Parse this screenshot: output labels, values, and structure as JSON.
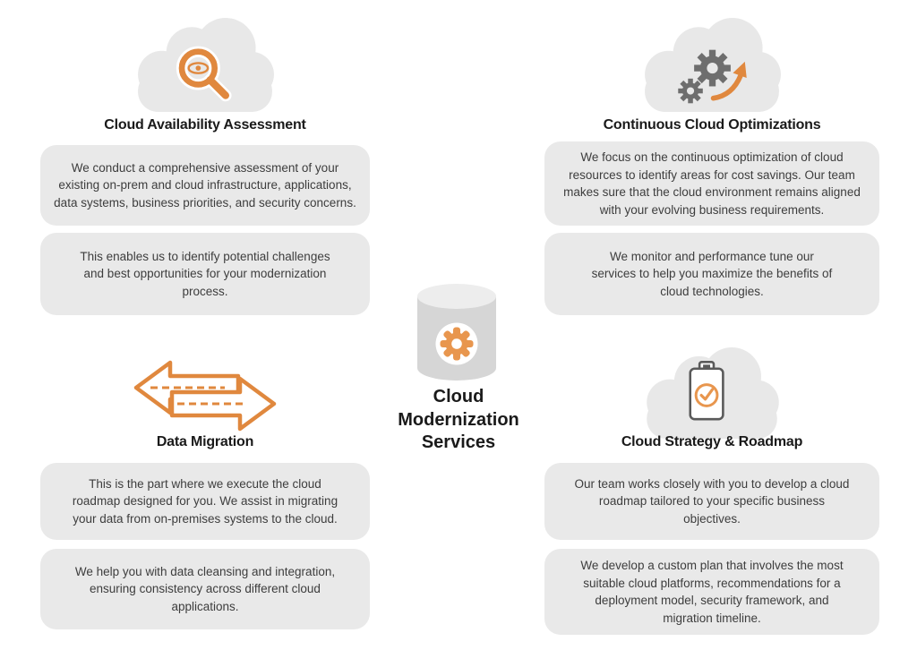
{
  "diagram_title": "Cloud Modernization Services",
  "center": {
    "label": "Cloud\nModernization\nServices",
    "icon": "database-gear-icon"
  },
  "quadrants": [
    {
      "id": "cloud-availability-assessment",
      "icon": "cloud-search-eye-icon",
      "title": "Cloud Availability Assessment",
      "cards": [
        "We conduct a comprehensive assessment of your\nexisting on-prem and cloud infrastructure, applications,\ndata systems, business priorities, and security concerns.",
        "This enables us to identify potential challenges\nand best opportunities for your modernization\nprocess."
      ]
    },
    {
      "id": "continuous-cloud-optimizations",
      "icon": "cloud-gears-growth-arrow-icon",
      "title": "Continuous Cloud Optimizations",
      "cards": [
        "We focus on the continuous optimization of cloud\nresources to identify areas for cost savings. Our team\nmakes sure that the cloud environment remains aligned\nwith your evolving business requirements.",
        "We monitor and performance tune our\nservices to help you maximize the benefits of\ncloud technologies."
      ]
    },
    {
      "id": "data-migration",
      "icon": "swap-arrows-icon",
      "title": "Data Migration",
      "cards": [
        "This is the part where we execute the cloud\nroadmap designed for you. We assist in migrating\nyour data from on-premises systems to the cloud.",
        "We help you with data cleansing and integration,\nensuring consistency across different cloud\napplications."
      ]
    },
    {
      "id": "cloud-strategy-roadmap",
      "icon": "cloud-clipboard-check-icon",
      "title": "Cloud Strategy & Roadmap",
      "cards": [
        "Our team works closely with you to develop a cloud\nroadmap tailored to your specific business\nobjectives.",
        "We develop a custom plan that involves the most\nsuitable cloud platforms, recommendations for a\ndeployment model, security framework, and\nmigration timeline."
      ]
    }
  ],
  "colors": {
    "accent": "#E0883E",
    "accentLight": "#E8964E",
    "cloudGray": "#E8E8E8",
    "bubbleGray": "#E9E9E9",
    "gearGray": "#6E6E6E",
    "clipboardStroke": "#5A5A5A",
    "cylinderBody": "#D6D6D6",
    "cylinderTop": "#EDEDED",
    "titleText": "#1A1A1A",
    "bodyText": "#3D3D3D",
    "background": "#FFFFFF"
  }
}
